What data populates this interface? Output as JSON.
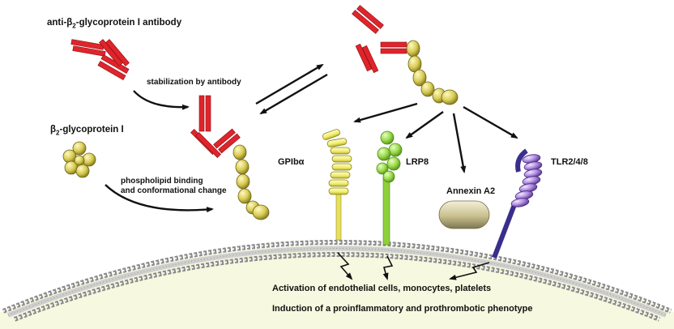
{
  "labels": {
    "antibody_prefix": "anti-β",
    "antibody_sub": "2",
    "antibody_suffix": "-glycoprotein I antibody",
    "stabilization": "stabilization by antibody",
    "b2gp_prefix": "β",
    "b2gp_sub": "2",
    "b2gp_suffix": "-glycoprotein I",
    "phospholipid_line1": "phospholipid binding",
    "phospholipid_line2": "and conformational change",
    "gpib": "GPIbα",
    "lrp8": "LRP8",
    "annexin": "Annexin A2",
    "tlr": "TLR2/4/8",
    "activation": "Activation of endothelial cells, monocytes, platelets",
    "induction": "Induction of a proinflammatory and prothrombotic phenotype"
  },
  "colors": {
    "antibody": "#e0242b",
    "b2gp": "#d4c84a",
    "gpib": "#f0ec6a",
    "lrp8": "#9ed64a",
    "annexin": "#c9c090",
    "tlr": "#a98ad8",
    "tlr_stalk": "#3a2e8c",
    "membrane_fill": "#f6f8df"
  }
}
